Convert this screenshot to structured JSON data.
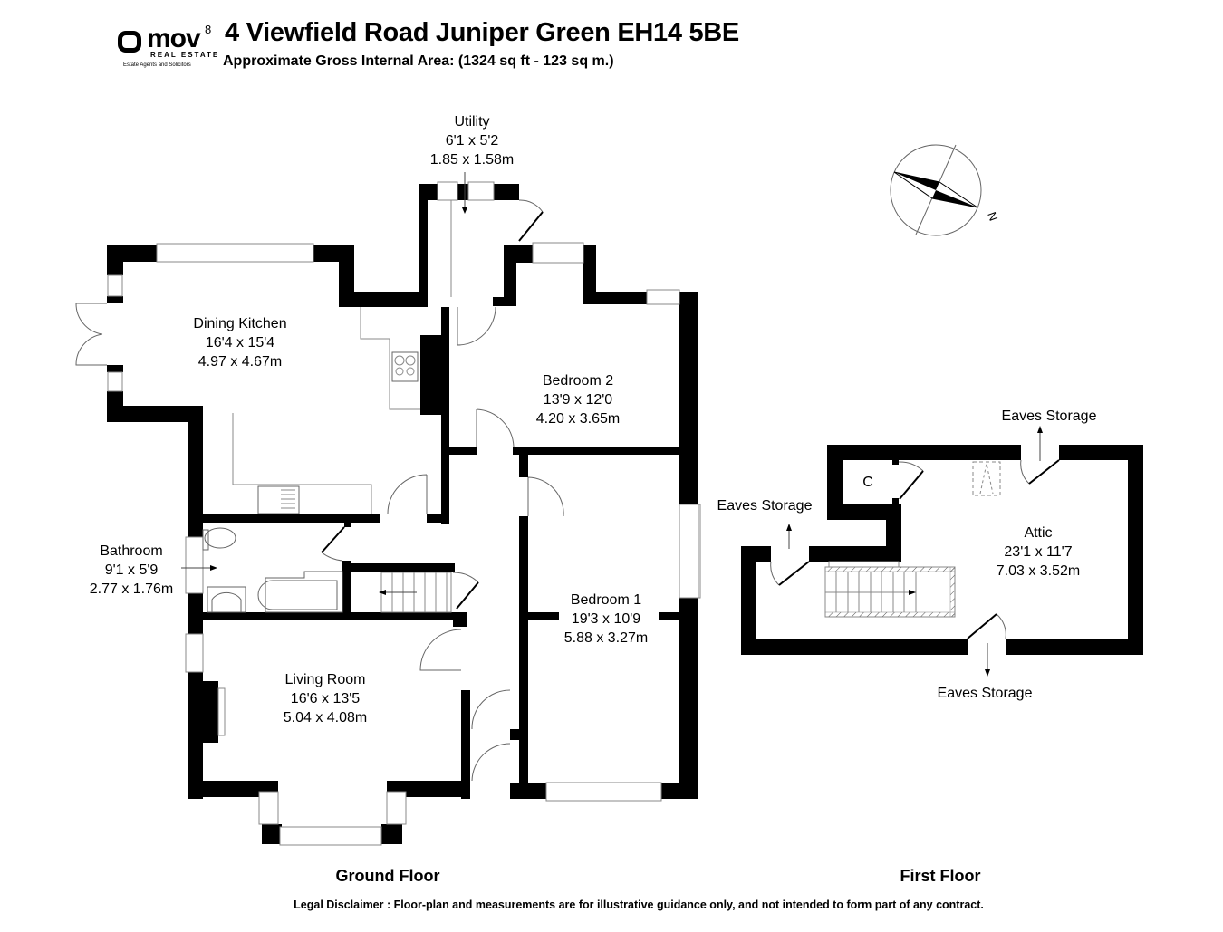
{
  "header": {
    "brand": {
      "name": "mov",
      "superscript": "8",
      "subline": "REAL ESTATE",
      "tagline": "Estate Agents and Solicitors"
    },
    "title": "4 Viewfield Road Juniper Green EH14 5BE",
    "subtitle": "Approximate Gross Internal Area: (1324 sq ft - 123 sq m.)"
  },
  "compass": {
    "icon": "compass-north-icon",
    "label": "N"
  },
  "floors": [
    {
      "name": "Ground Floor",
      "rooms": [
        {
          "name": "Dining Kitchen",
          "imperial": "16'4 x 15'4",
          "metric": "4.97 x 4.67m"
        },
        {
          "name": "Utility",
          "imperial": "6'1 x 5'2",
          "metric": "1.85 x 1.58m"
        },
        {
          "name": "Bedroom 2",
          "imperial": "13'9 x 12'0",
          "metric": "4.20 x 3.65m"
        },
        {
          "name": "Bathroom",
          "imperial": "9'1 x 5'9",
          "metric": "2.77 x 1.76m"
        },
        {
          "name": "Bedroom 1",
          "imperial": "19'3 x 10'9",
          "metric": "5.88 x 3.27m"
        },
        {
          "name": "Living Room",
          "imperial": "16'6 x 13'5",
          "metric": "5.04 x 4.08m"
        }
      ]
    },
    {
      "name": "First Floor",
      "rooms": [
        {
          "name": "Attic",
          "imperial": "23'1 x 11'7",
          "metric": "7.03 x 3.52m"
        },
        {
          "name": "C"
        }
      ],
      "annotations": [
        "Eaves Storage",
        "Eaves Storage",
        "Eaves Storage"
      ]
    }
  ],
  "footer": {
    "disclaimer": "Legal Disclaimer : Floor-plan and measurements are for illustrative guidance only, and not intended to form part of any contract."
  }
}
